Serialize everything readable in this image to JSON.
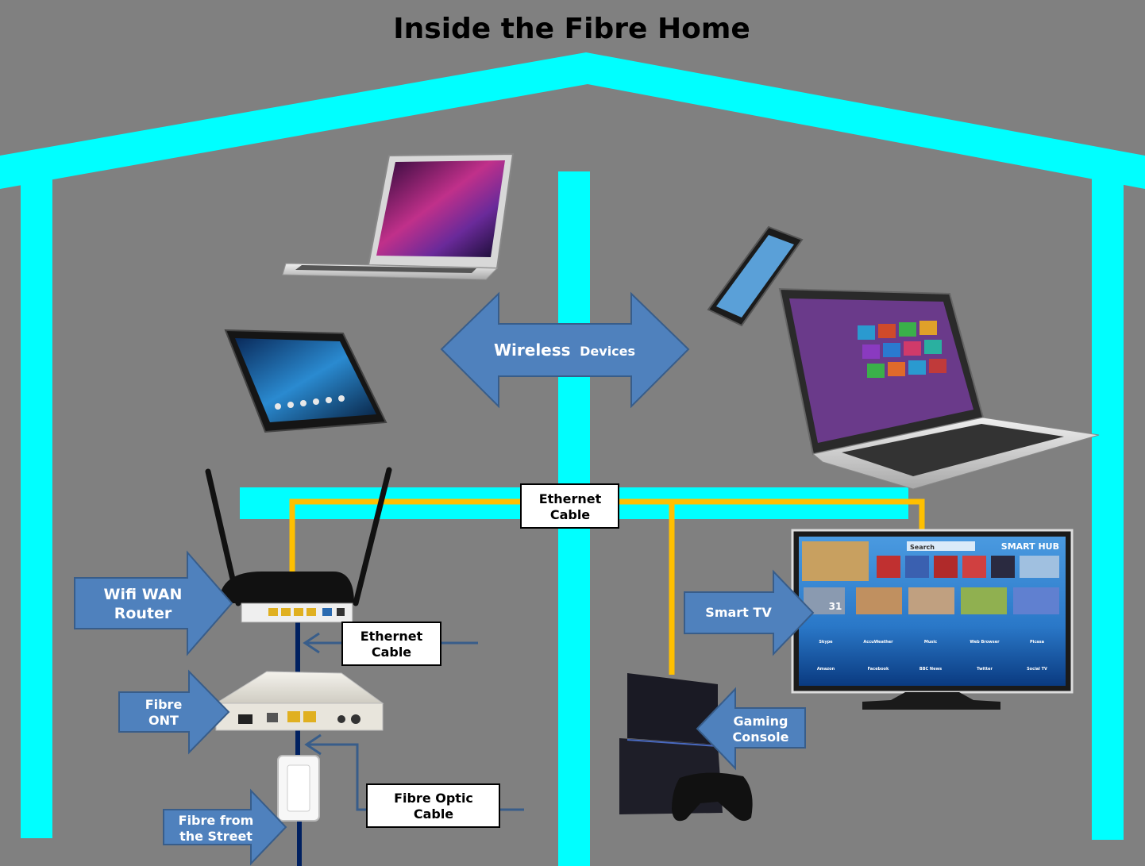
{
  "title": "Inside the Fibre Home",
  "colors": {
    "background": "#808080",
    "house": "#00FFFF",
    "arrow_fill": "#4F81BD",
    "arrow_stroke": "#385D8A",
    "ethernet_cable": "#FFC000",
    "fibre_cable": "#002060",
    "label_bg": "#FFFFFF"
  },
  "wireless": {
    "word1": "Wireless",
    "word2": "Devices"
  },
  "labels": {
    "ethernet_top": [
      "Ethernet",
      "Cable"
    ],
    "ethernet_mid": [
      "Ethernet",
      "Cable"
    ],
    "fibre_optic": [
      "Fibre Optic",
      "Cable"
    ]
  },
  "callouts": {
    "router": [
      "Wifi WAN",
      "Router"
    ],
    "ont": [
      "Fibre",
      "ONT"
    ],
    "street": [
      "Fibre from",
      "the Street"
    ],
    "tv": [
      "Smart TV"
    ],
    "console": [
      "Gaming",
      "Console"
    ]
  },
  "tv_screen": {
    "brand": "SMART HUB",
    "search": "Search",
    "tiles": [
      "Skype",
      "AccuWeather",
      "Music",
      "Web Browser",
      "Picasa",
      "Amazon",
      "Facebook",
      "BBC News",
      "Twitter",
      "Social TV"
    ],
    "date": "31"
  },
  "icons": {
    "laptop_mac": "laptop-icon",
    "tablet": "tablet-icon",
    "phone": "smartphone-icon",
    "laptop_windows": "laptop-icon",
    "router": "router-icon",
    "ont": "ont-icon",
    "wall_socket": "wall-socket-icon",
    "console": "game-console-icon",
    "controller": "gamepad-icon",
    "tv": "television-icon"
  }
}
